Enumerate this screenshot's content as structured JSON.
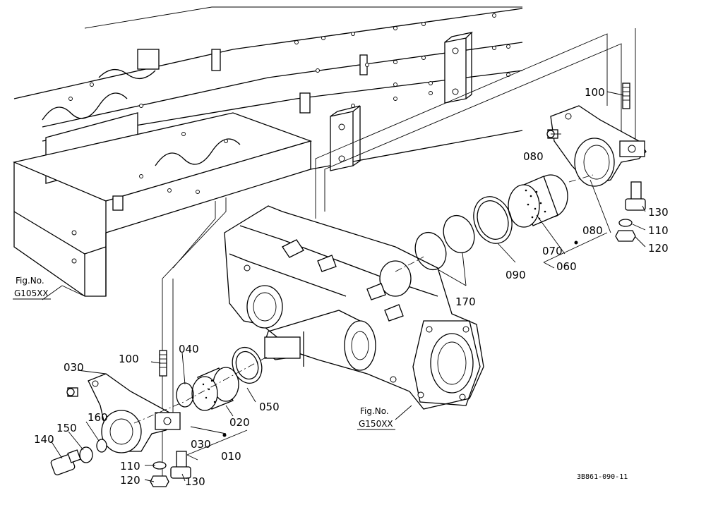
{
  "figure_refs": [
    {
      "line1": "Fig.No.",
      "line2": "G105XX"
    },
    {
      "line1": "Fig.No.",
      "line2": "G150XX"
    }
  ],
  "parts": {
    "p010": "010",
    "p020": "020",
    "p030a": "030",
    "p030b": "030",
    "p040": "040",
    "p050": "050",
    "p060": "060",
    "p070": "070",
    "p080a": "080",
    "p080b": "080",
    "p090": "090",
    "p100a": "100",
    "p100b": "100",
    "p110a": "110",
    "p110b": "110",
    "p120a": "120",
    "p120b": "120",
    "p130a": "130",
    "p130b": "130",
    "p140": "140",
    "p150": "150",
    "p160": "160",
    "p170": "170"
  },
  "drawing_code": "3B861-090-11"
}
